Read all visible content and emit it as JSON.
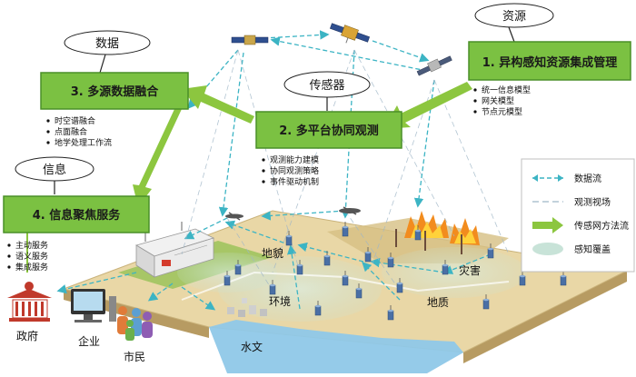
{
  "ellipses": {
    "resource": "资源",
    "data": "数据",
    "sensor": "传感器",
    "info": "信息"
  },
  "boxes": {
    "box1": "1. 异构感知资源集成管理",
    "box2": "2. 多平台协同观测",
    "box3": "3. 多源数据融合",
    "box4": "4. 信息聚焦服务"
  },
  "lists": {
    "resource": [
      "统一信息模型",
      "网关模型",
      "节点元模型"
    ],
    "observation": [
      "观测能力建模",
      "协同观测策略",
      "事件驱动机制"
    ],
    "fusion": [
      "时空谱融合",
      "点面融合",
      "地学处理工作流"
    ],
    "service": [
      "主动服务",
      "语义服务",
      "集成服务"
    ]
  },
  "legend": {
    "items": [
      "数据流",
      "观测视场",
      "传感网方法流",
      "感知覆盖"
    ]
  },
  "terrain_labels": {
    "landform": "地貌",
    "disaster": "灾害",
    "environment": "环境",
    "geology": "地质",
    "hydrology": "水文"
  },
  "users": {
    "government": "政府",
    "enterprise": "企业",
    "citizen": "市民"
  },
  "colors": {
    "box_fill": "#7bc142",
    "box_border": "#4a8f28",
    "arrow_green": "#8cc63f",
    "data_flow": "#3cb4c4",
    "terrain_sand": "#e9d7a6",
    "water": "#8fc8e8",
    "coverage": "#c8e3d8"
  }
}
